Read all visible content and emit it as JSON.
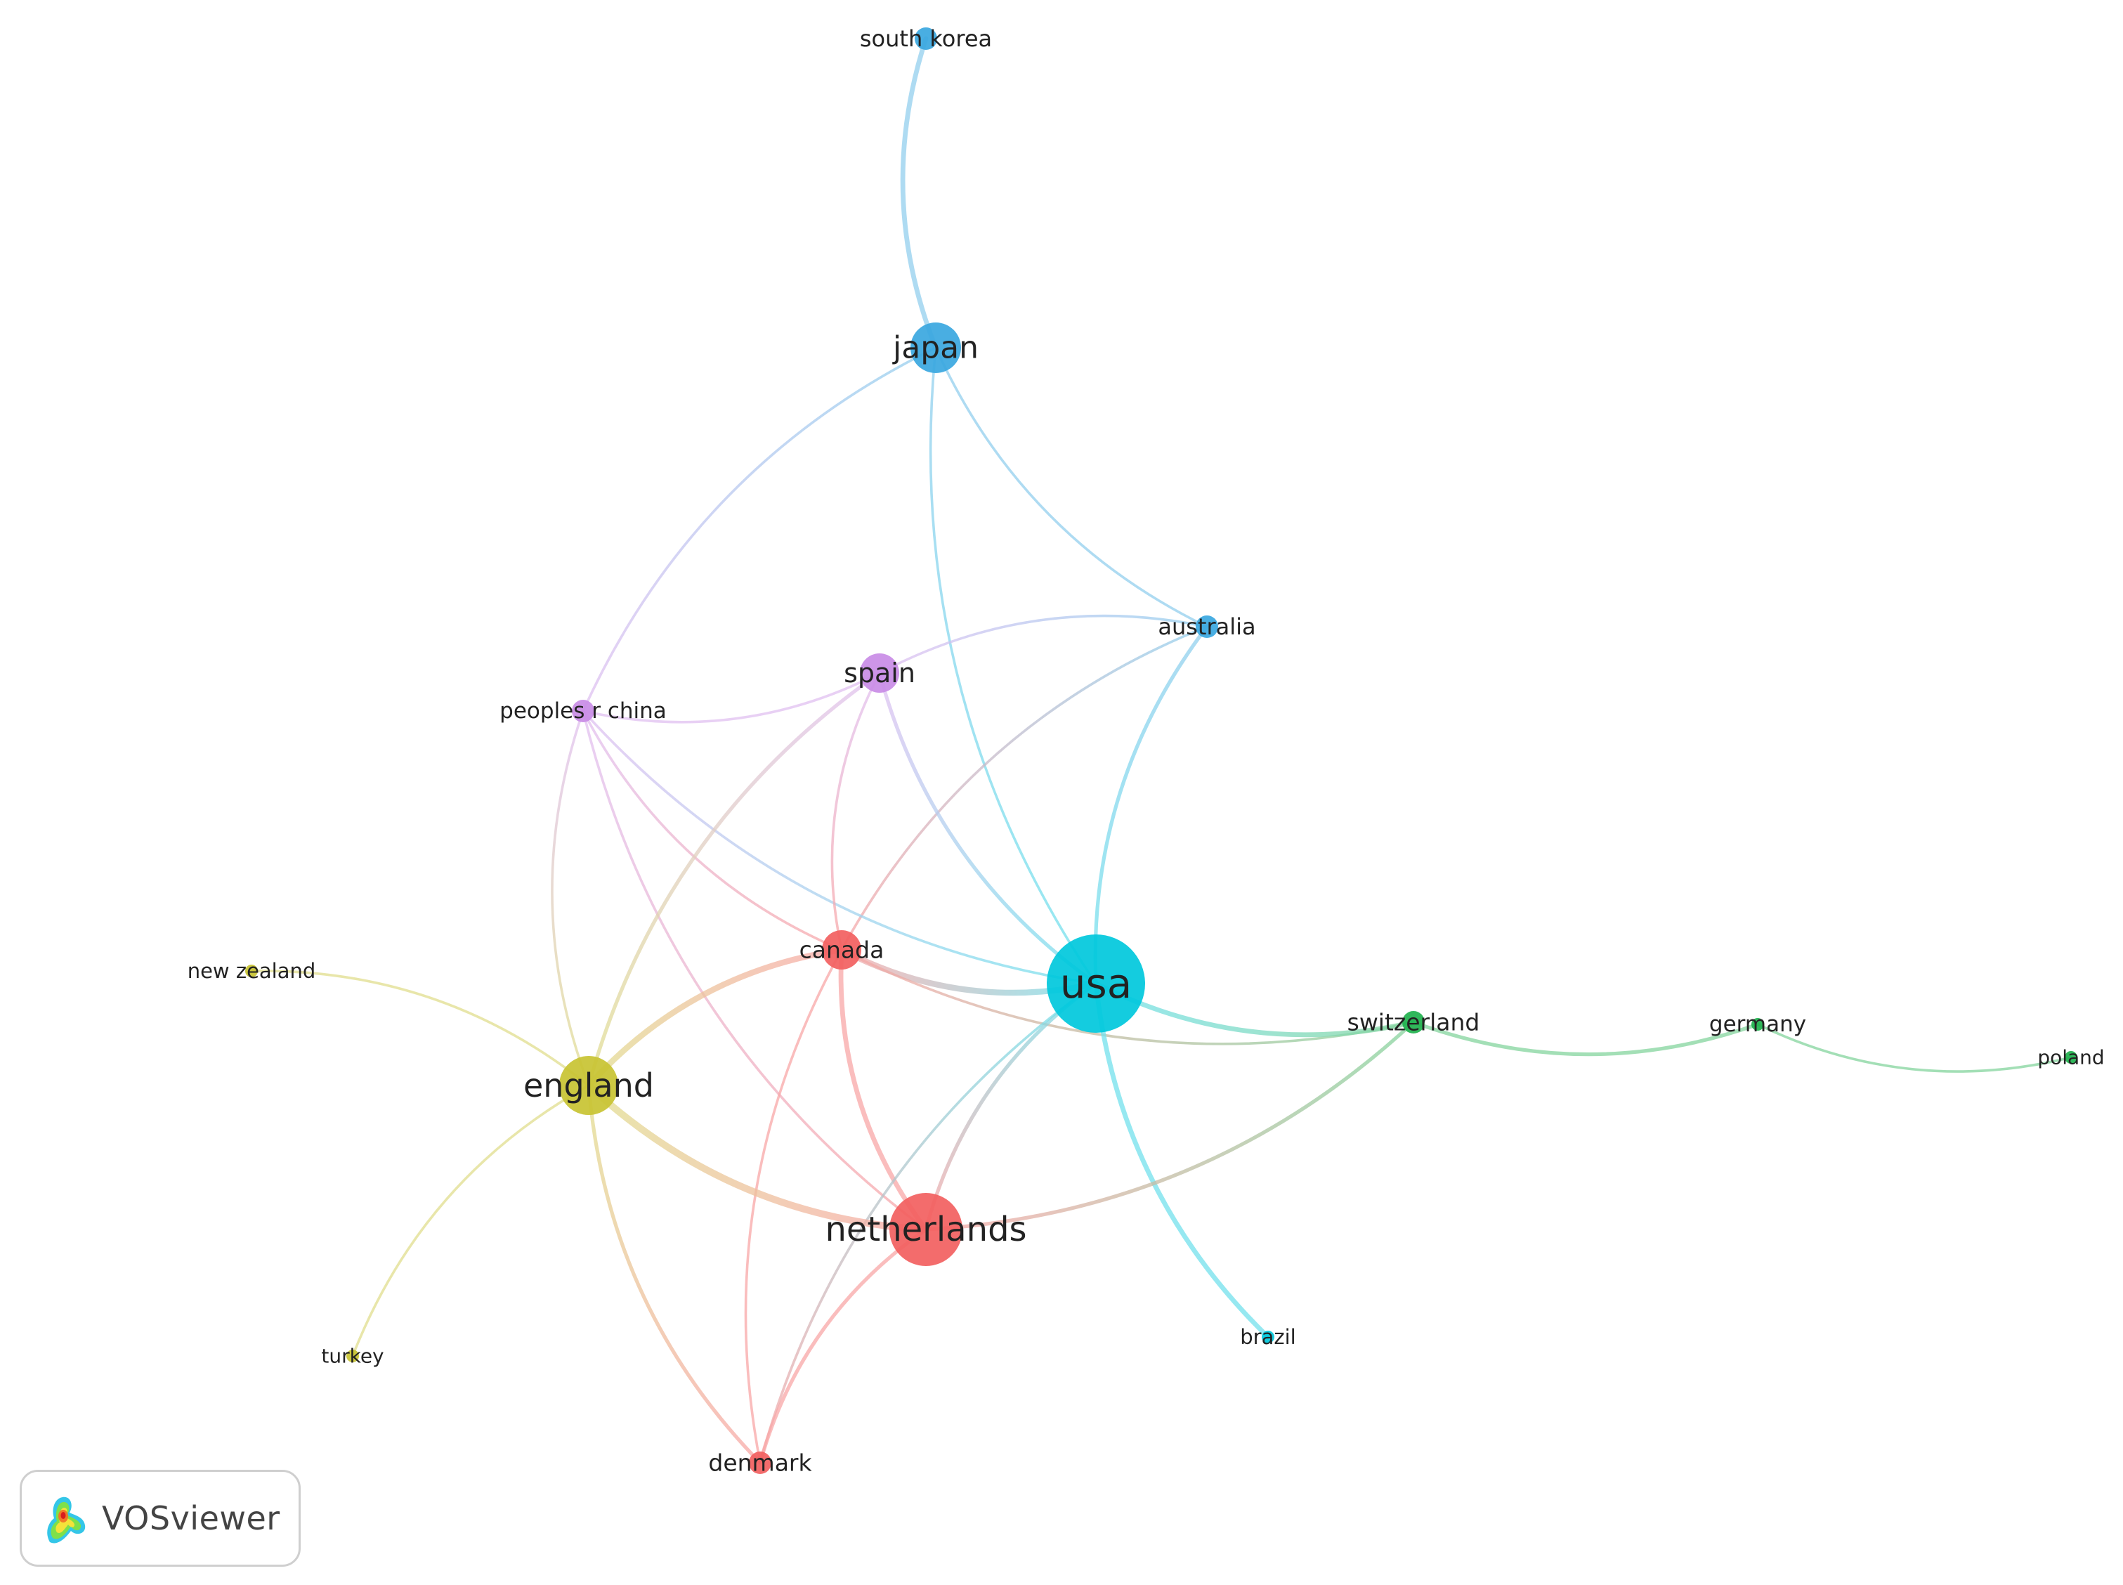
{
  "network": {
    "nodes": [
      {
        "id": "usa",
        "label": "usa",
        "cluster": "cyan",
        "weight": 10
      },
      {
        "id": "netherlands",
        "label": "netherlands",
        "cluster": "red",
        "weight": 8
      },
      {
        "id": "england",
        "label": "england",
        "cluster": "yellow",
        "weight": 6
      },
      {
        "id": "japan",
        "label": "japan",
        "cluster": "blue",
        "weight": 5
      },
      {
        "id": "spain",
        "label": "spain",
        "cluster": "purple",
        "weight": 4
      },
      {
        "id": "canada",
        "label": "canada",
        "cluster": "red",
        "weight": 4
      },
      {
        "id": "south-korea",
        "label": "south korea",
        "cluster": "blue",
        "weight": 2
      },
      {
        "id": "australia",
        "label": "australia",
        "cluster": "blue",
        "weight": 2
      },
      {
        "id": "peoples-r-china",
        "label": "peoples r china",
        "cluster": "purple",
        "weight": 2
      },
      {
        "id": "switzerland",
        "label": "switzerland",
        "cluster": "green",
        "weight": 2
      },
      {
        "id": "germany",
        "label": "germany",
        "cluster": "green",
        "weight": 1
      },
      {
        "id": "poland",
        "label": "poland",
        "cluster": "green",
        "weight": 1
      },
      {
        "id": "new-zealand",
        "label": "new zealand",
        "cluster": "yellow",
        "weight": 1
      },
      {
        "id": "turkey",
        "label": "turkey",
        "cluster": "yellow",
        "weight": 1
      },
      {
        "id": "brazil",
        "label": "brazil",
        "cluster": "cyan",
        "weight": 1
      },
      {
        "id": "denmark",
        "label": "denmark",
        "cluster": "red",
        "weight": 2
      }
    ],
    "links": [
      {
        "source": "south-korea",
        "target": "japan",
        "strength": 3
      },
      {
        "source": "japan",
        "target": "usa",
        "strength": 1
      },
      {
        "source": "japan",
        "target": "australia",
        "strength": 1
      },
      {
        "source": "japan",
        "target": "peoples-r-china",
        "strength": 1
      },
      {
        "source": "australia",
        "target": "usa",
        "strength": 2
      },
      {
        "source": "australia",
        "target": "spain",
        "strength": 1
      },
      {
        "source": "australia",
        "target": "canada",
        "strength": 1
      },
      {
        "source": "peoples-r-china",
        "target": "spain",
        "strength": 1
      },
      {
        "source": "peoples-r-china",
        "target": "canada",
        "strength": 1
      },
      {
        "source": "peoples-r-china",
        "target": "england",
        "strength": 1
      },
      {
        "source": "peoples-r-china",
        "target": "netherlands",
        "strength": 1
      },
      {
        "source": "peoples-r-china",
        "target": "usa",
        "strength": 1
      },
      {
        "source": "spain",
        "target": "usa",
        "strength": 2
      },
      {
        "source": "spain",
        "target": "england",
        "strength": 2
      },
      {
        "source": "spain",
        "target": "canada",
        "strength": 1
      },
      {
        "source": "canada",
        "target": "usa",
        "strength": 4
      },
      {
        "source": "canada",
        "target": "england",
        "strength": 4
      },
      {
        "source": "canada",
        "target": "netherlands",
        "strength": 3
      },
      {
        "source": "canada",
        "target": "denmark",
        "strength": 1
      },
      {
        "source": "canada",
        "target": "switzerland",
        "strength": 1
      },
      {
        "source": "usa",
        "target": "switzerland",
        "strength": 3
      },
      {
        "source": "usa",
        "target": "brazil",
        "strength": 3
      },
      {
        "source": "usa",
        "target": "netherlands",
        "strength": 2
      },
      {
        "source": "usa",
        "target": "denmark",
        "strength": 1
      },
      {
        "source": "england",
        "target": "netherlands",
        "strength": 5
      },
      {
        "source": "england",
        "target": "new-zealand",
        "strength": 1
      },
      {
        "source": "england",
        "target": "turkey",
        "strength": 1
      },
      {
        "source": "england",
        "target": "denmark",
        "strength": 2
      },
      {
        "source": "netherlands",
        "target": "denmark",
        "strength": 2
      },
      {
        "source": "netherlands",
        "target": "switzerland",
        "strength": 2
      },
      {
        "source": "switzerland",
        "target": "germany",
        "strength": 2
      },
      {
        "source": "germany",
        "target": "poland",
        "strength": 1
      }
    ]
  },
  "cluster_colors": {
    "cyan": "#00c8dc",
    "red": "#f25f5f",
    "yellow": "#c8c332",
    "blue": "#3aa7e0",
    "purple": "#c98ce6",
    "green": "#1fb14d"
  },
  "logo": {
    "text": "VOSviewer",
    "icon": "vosviewer-density-icon"
  }
}
